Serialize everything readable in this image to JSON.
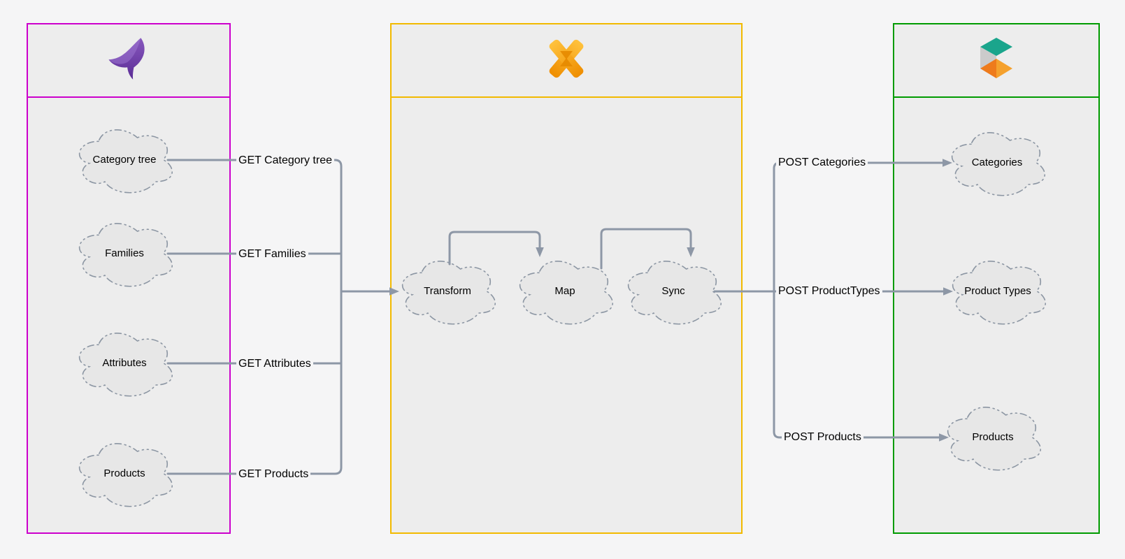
{
  "page": {
    "background": "#F5F5F6"
  },
  "panels": [
    {
      "name": "source-pim-lane",
      "logo_icon": "purple-swoosh-logo",
      "border_color": "#CC00CC",
      "nodes": [
        {
          "label": "Category tree"
        },
        {
          "label": "Families"
        },
        {
          "label": "Attributes"
        },
        {
          "label": "Products"
        }
      ]
    },
    {
      "name": "integration-lane",
      "logo_icon": "orange-x-logo",
      "border_color": "#F2BA00",
      "nodes": [
        {
          "label": "Transform"
        },
        {
          "label": "Map"
        },
        {
          "label": "Sync"
        }
      ]
    },
    {
      "name": "commerce-lane",
      "logo_icon": "teal-orange-cube-logo",
      "border_color": "#009B00",
      "nodes": [
        {
          "label": "Categories"
        },
        {
          "label": "Product Types"
        },
        {
          "label": "Products"
        }
      ]
    }
  ],
  "edges": {
    "connector_color": "#8D97A6",
    "get_labels": [
      {
        "label": "GET Category tree"
      },
      {
        "label": "GET Families"
      },
      {
        "label": "GET Attributes"
      },
      {
        "label": "GET Products"
      }
    ],
    "post_labels": [
      {
        "label": "POST Categories"
      },
      {
        "label": "POST ProductTypes"
      },
      {
        "label": "POST Products"
      }
    ]
  }
}
